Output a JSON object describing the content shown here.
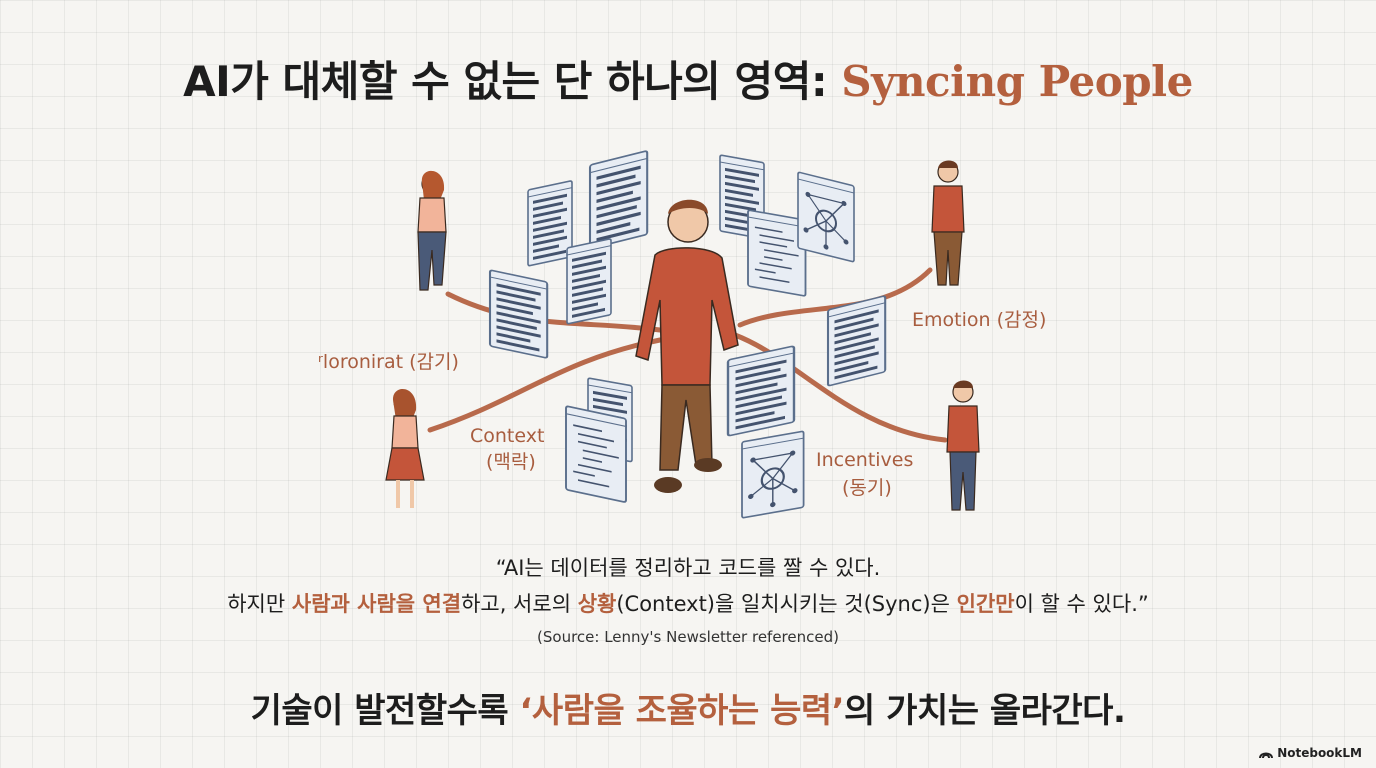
{
  "title": {
    "main": "AI가 대체할 수 없는 단 하나의 영역: ",
    "accent": "Syncing People"
  },
  "labels": {
    "left_top": "ʳloronirat (감기)",
    "context_1": "Context",
    "context_2": "(맥락)",
    "emotion": "Emotion (감정)",
    "incentives_1": "Incentives",
    "incentives_2": "(동기)"
  },
  "quote": {
    "line1": "“AI는 데이터를 정리하고 코드를 짤 수 있다.",
    "l2_a": "하지만 ",
    "l2_hl1": "사람과 사람을 연결",
    "l2_b": "하고, 서로의 ",
    "l2_hl2": "상황",
    "l2_c": "(Context)을 일치시키는 것(Sync)은 ",
    "l2_hl3": "인간만",
    "l2_d": "이 할 수 있다.”"
  },
  "source": "(Source: Lenny's Newsletter referenced)",
  "bottom": {
    "a": "기술이 발전할수록 ",
    "hl": "‘사람을 조율하는 능력’",
    "b": "의 가치는 올라간다."
  },
  "badge": {
    "label": "NotebookLM",
    "icon": "notebooklm-icon"
  },
  "colors": {
    "accent": "#b4603e",
    "thread": "#b86a4c",
    "panel": "#5b6f8c",
    "panel_fill": "#e8edf4"
  },
  "icons": [
    "data-panel-icon",
    "neural-network-icon",
    "person-figure-icon"
  ]
}
